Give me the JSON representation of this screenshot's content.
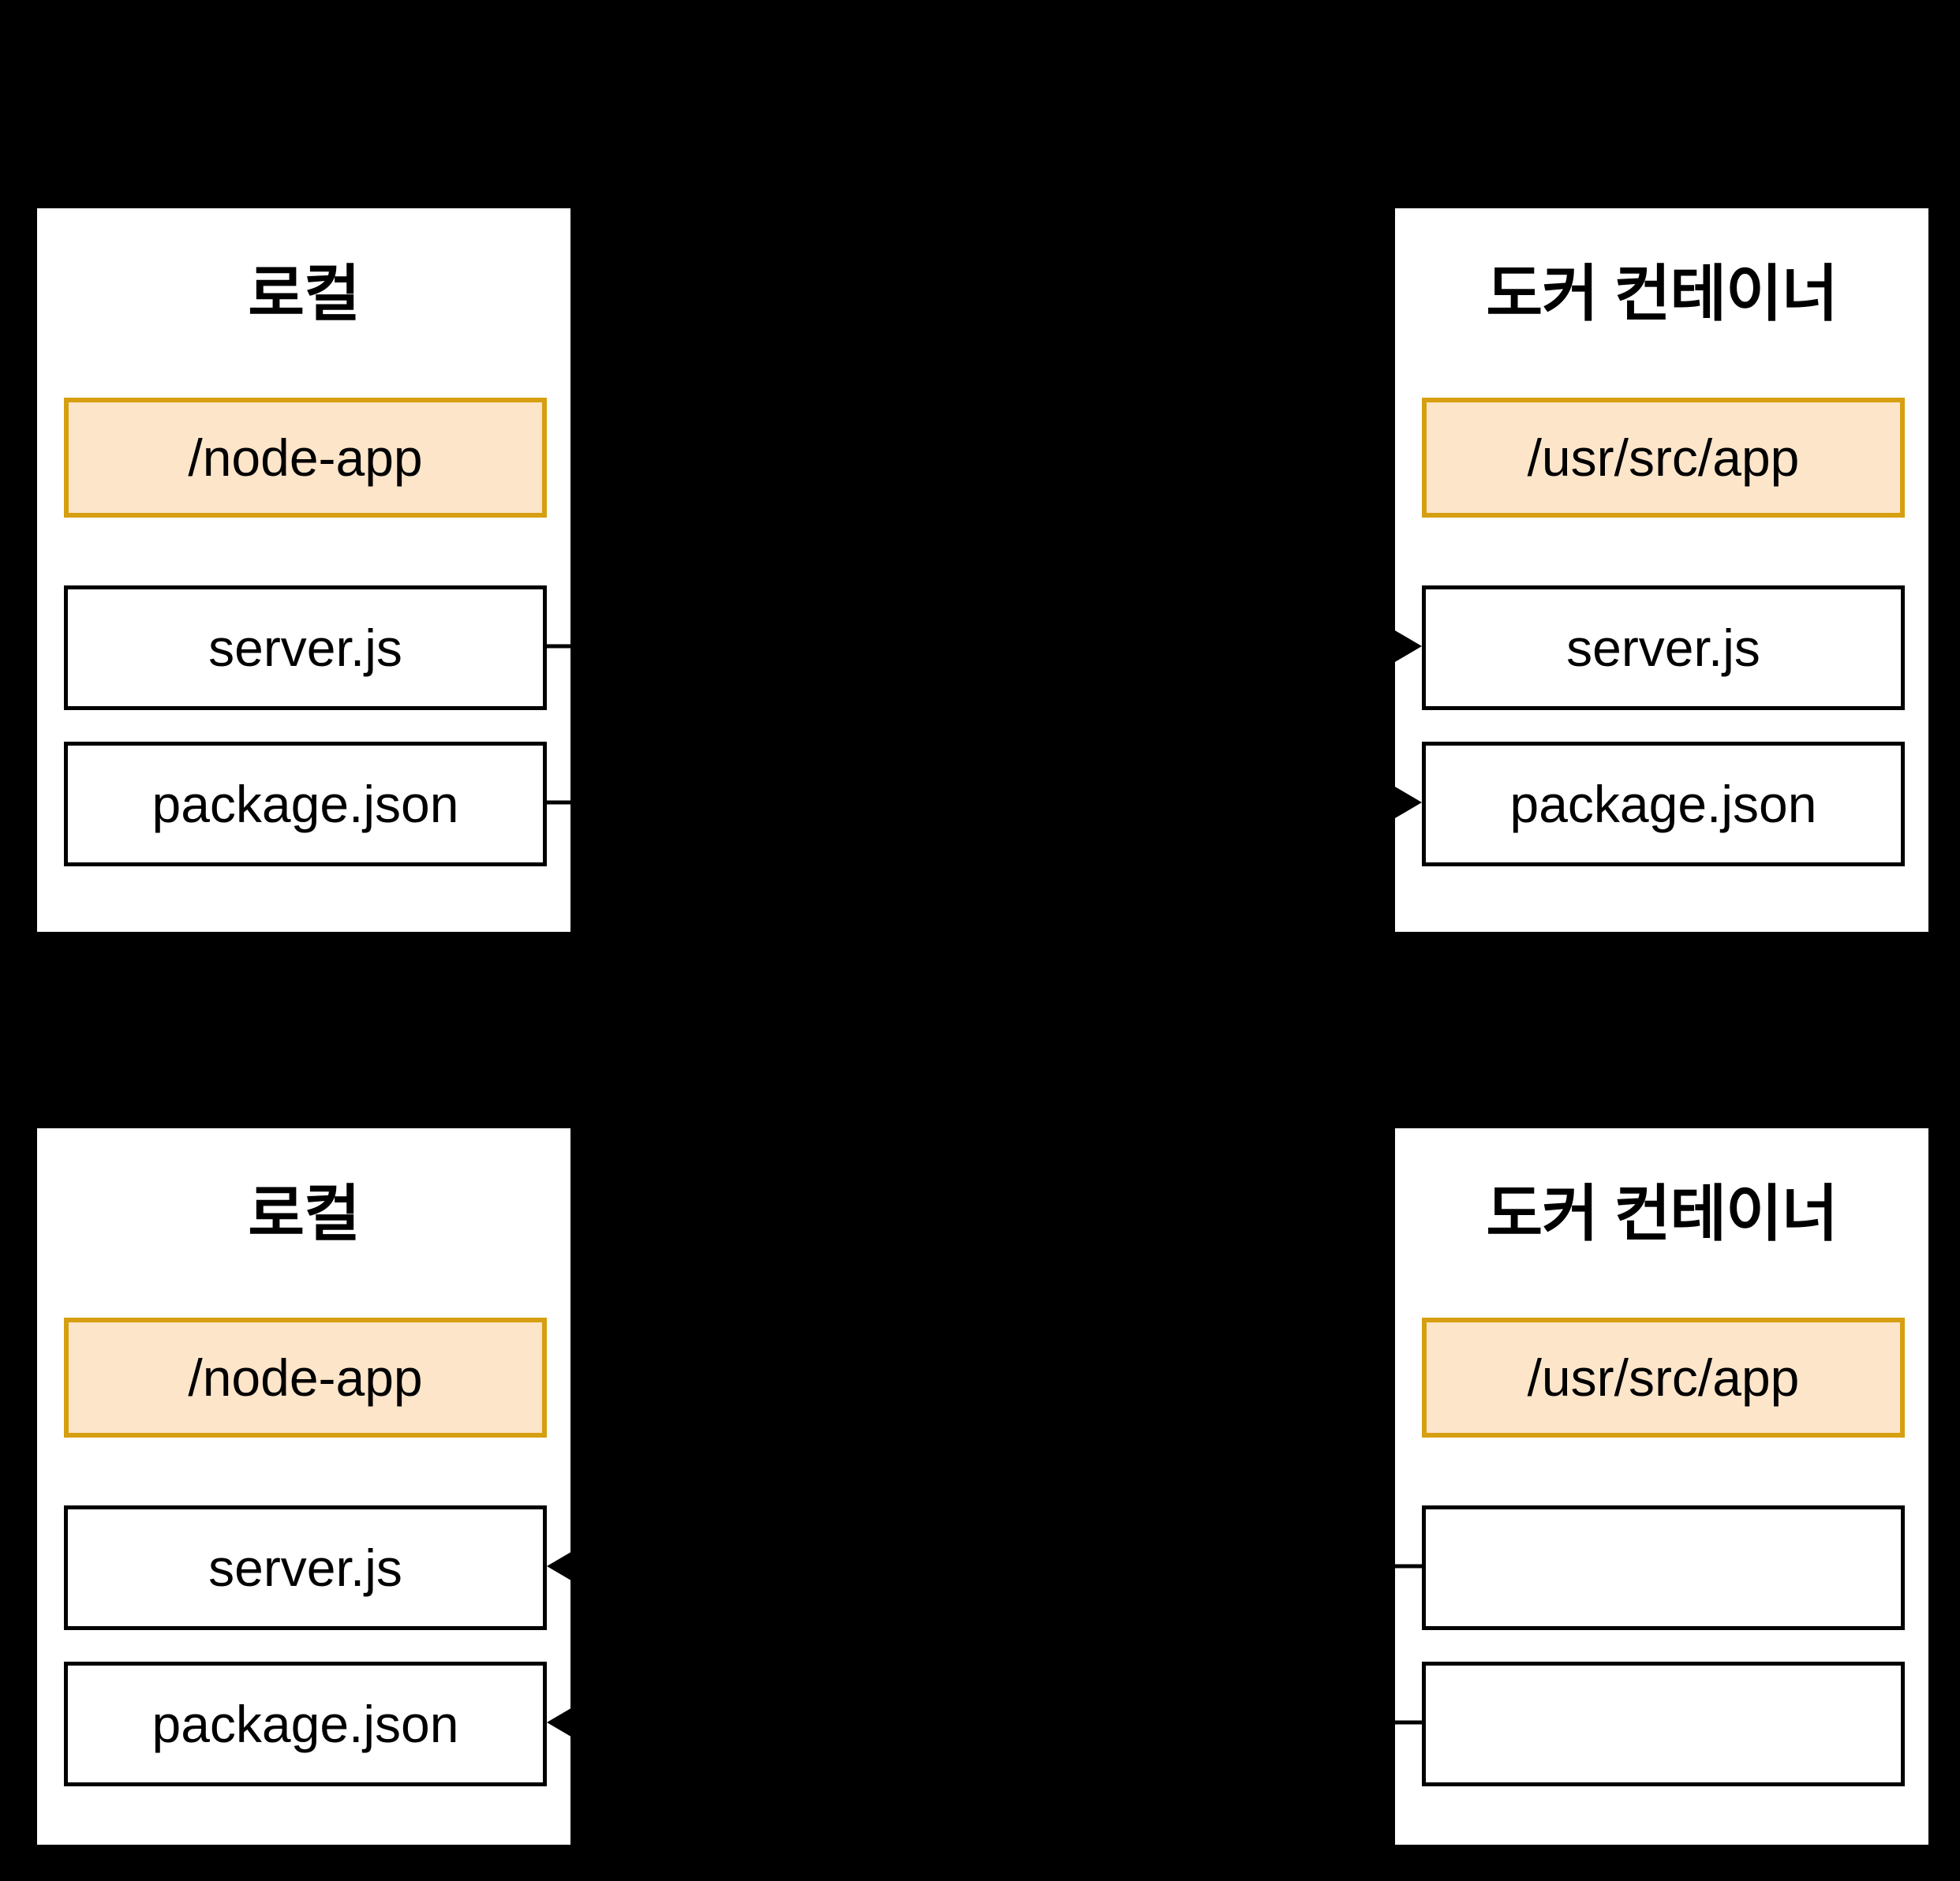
{
  "colors": {
    "background": "#000000",
    "panel_bg": "#ffffff",
    "text": "#000000",
    "highlight_fill": "#FDE5CA",
    "highlight_border": "#D69F10",
    "arrow": "#000000"
  },
  "diagrams": {
    "copy": {
      "direction": "left-to-right",
      "local": {
        "title": "로컬",
        "dir": "/node-app",
        "file1": "server.js",
        "file2": "package.json"
      },
      "container": {
        "title": "도커 컨테이너",
        "dir": "/usr/src/app",
        "file1": "server.js",
        "file2": "package.json"
      }
    },
    "mount": {
      "direction": "right-to-left",
      "local": {
        "title": "로컬",
        "dir": "/node-app",
        "file1": "server.js",
        "file2": "package.json"
      },
      "container": {
        "title": "도커 컨테이너",
        "dir": "/usr/src/app",
        "file1": "",
        "file2": ""
      }
    }
  }
}
